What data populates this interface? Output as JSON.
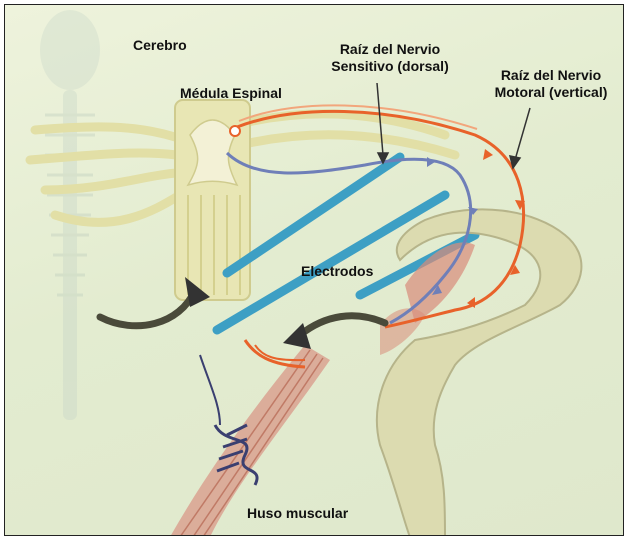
{
  "labels": {
    "cerebro": "Cerebro",
    "medula": "Médula Espinal",
    "sensitivo_line1": "Raíz del Nervio",
    "sensitivo_line2": "Sensitivo (dorsal)",
    "motoral_line1": "Raíz del Nervio",
    "motoral_line2": "Motoral (vertical)",
    "electrodos": "Electrodos",
    "huso": "Huso muscular"
  },
  "colors": {
    "background": "#e3ecd0",
    "spinal_cord": "#e8e6b4",
    "sensory_nerve": "#6f7fb8",
    "motor_nerve": "#e8622a",
    "electrode": "#3d9fc4",
    "arrow": "#4a4a3a",
    "muscle": "#d98c7a",
    "leg": "#d9d8b0"
  },
  "icons": {
    "arrow_left": "curved-arrow-icon",
    "arrow_right": "curved-arrow-icon"
  }
}
